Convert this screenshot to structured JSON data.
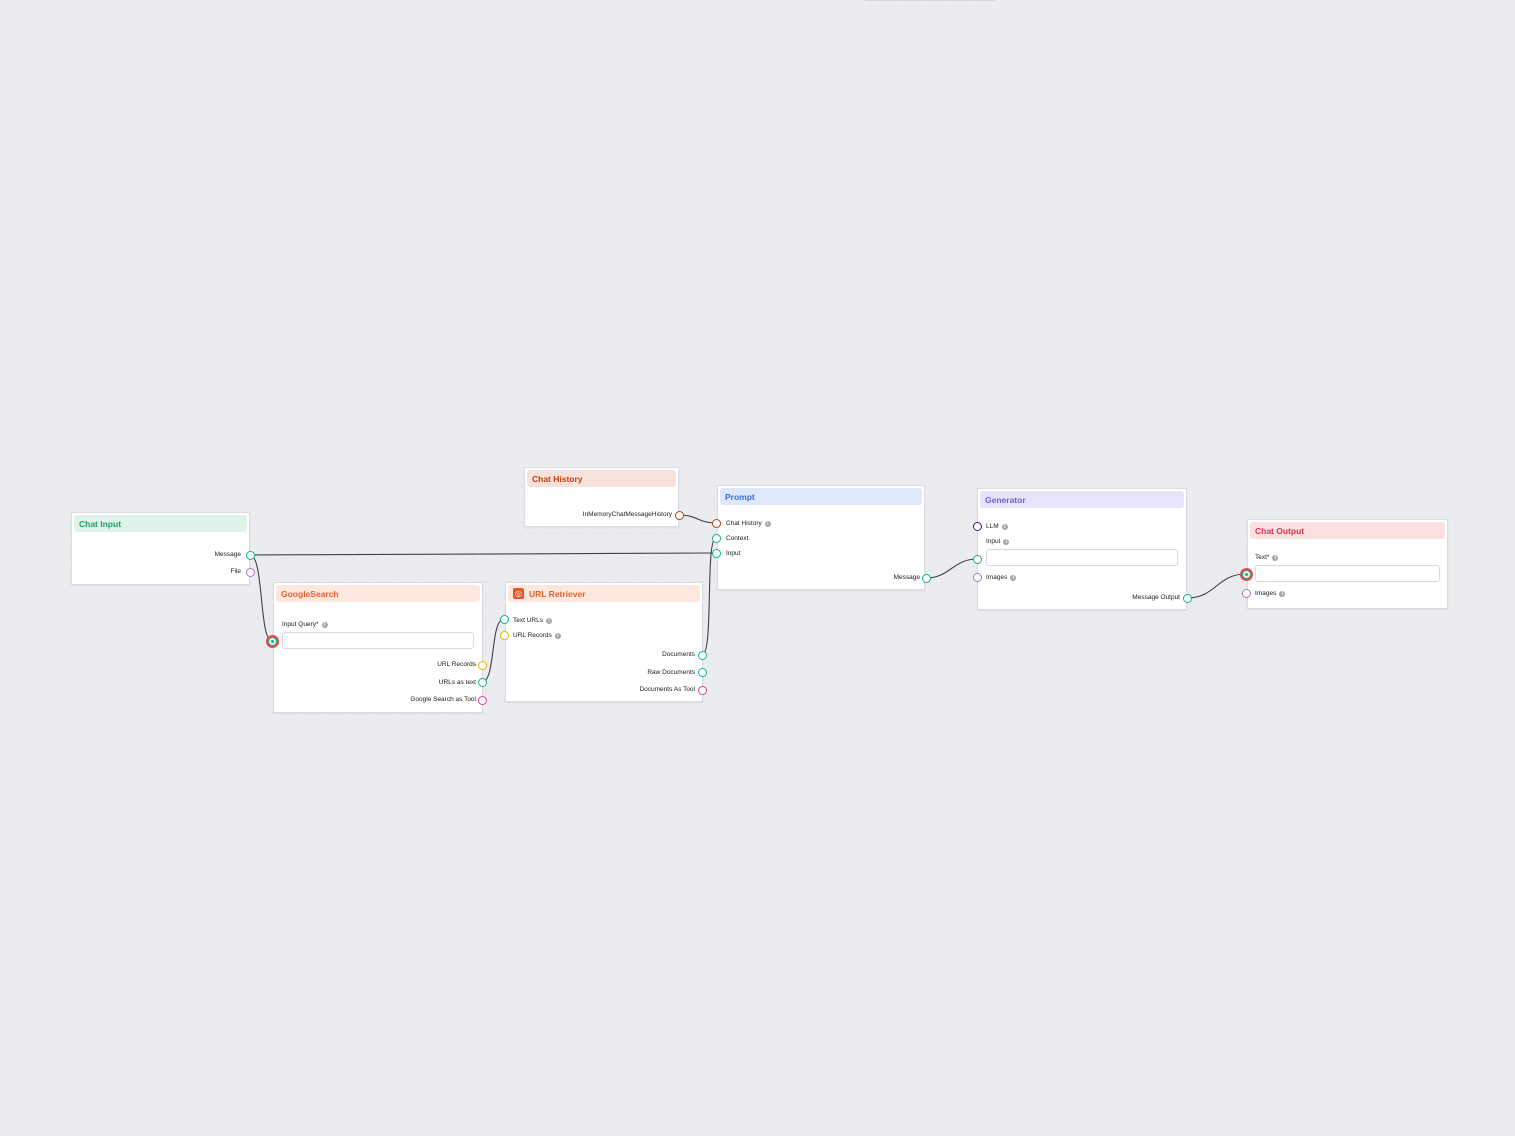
{
  "nodes": {
    "chat_input": {
      "title": "Chat Input",
      "title_color": "#18a16f",
      "header_bg": "#dff3ea",
      "outputs": {
        "message": "Message",
        "file": "File"
      }
    },
    "google_search": {
      "title": "GoogleSearch",
      "title_color": "#e8602f",
      "header_bg": "#fde7df",
      "inputs": {
        "input_query": "Input Query*"
      },
      "outputs": {
        "url_records": "URL Records",
        "urls_as_text": "URLs as text",
        "google_search_as_tool": "Google Search as Tool"
      }
    },
    "url_retriever": {
      "title": "URL Retriever",
      "title_color": "#e8602f",
      "header_bg": "#fde7df",
      "icon": "globe-icon",
      "inputs": {
        "text_urls": "Text URLs",
        "url_records": "URL Records"
      },
      "outputs": {
        "documents": "Documents",
        "raw_documents": "Raw Documents",
        "documents_as_tool": "Documents As Tool"
      }
    },
    "chat_history": {
      "title": "Chat History",
      "title_color": "#c2410c",
      "header_bg": "#f6e2da",
      "outputs": {
        "history": "InMemoryChatMessageHistory"
      }
    },
    "prompt": {
      "title": "Prompt",
      "title_color": "#3b6fd6",
      "header_bg": "#dde8fb",
      "inputs": {
        "chat_history": "Chat History",
        "context": "Context",
        "input": "Input"
      },
      "outputs": {
        "message": "Message"
      }
    },
    "generator": {
      "title": "Generator",
      "title_color": "#7b5bd6",
      "header_bg": "#e6e4fb",
      "inputs": {
        "llm": "LLM",
        "input": "Input",
        "images": "Images"
      },
      "outputs": {
        "message_output": "Message Output"
      }
    },
    "chat_output": {
      "title": "Chat Output",
      "title_color": "#d8344a",
      "header_bg": "#fbe0e2",
      "inputs": {
        "text": "Text*",
        "images": "Images"
      }
    }
  },
  "port_colors": {
    "message": "#10b38c",
    "documents": "#12b5a8",
    "file": "#a77bc5",
    "url_records": "#eab308",
    "tool": "#d6469a",
    "history": "#c2410c",
    "llm": "#4a1573",
    "images": "#a77bc5"
  },
  "edge_color": "#3f4146"
}
